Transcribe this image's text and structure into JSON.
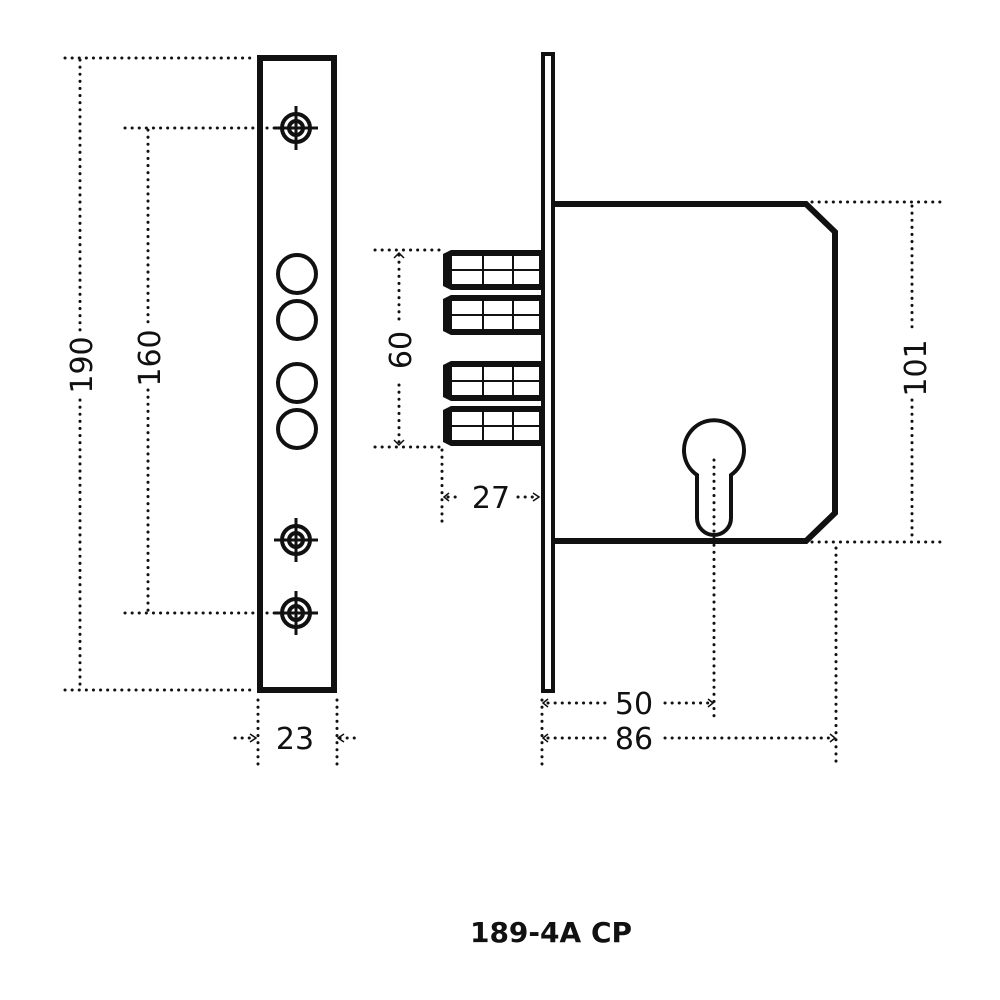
{
  "title": "189-4A CP",
  "dimensions": {
    "faceplate_height": "190",
    "screw_spacing": "160",
    "faceplate_width": "23",
    "bolt_span": "60",
    "bolt_throw": "27",
    "case_height": "101",
    "backset": "50",
    "case_depth": "86"
  }
}
